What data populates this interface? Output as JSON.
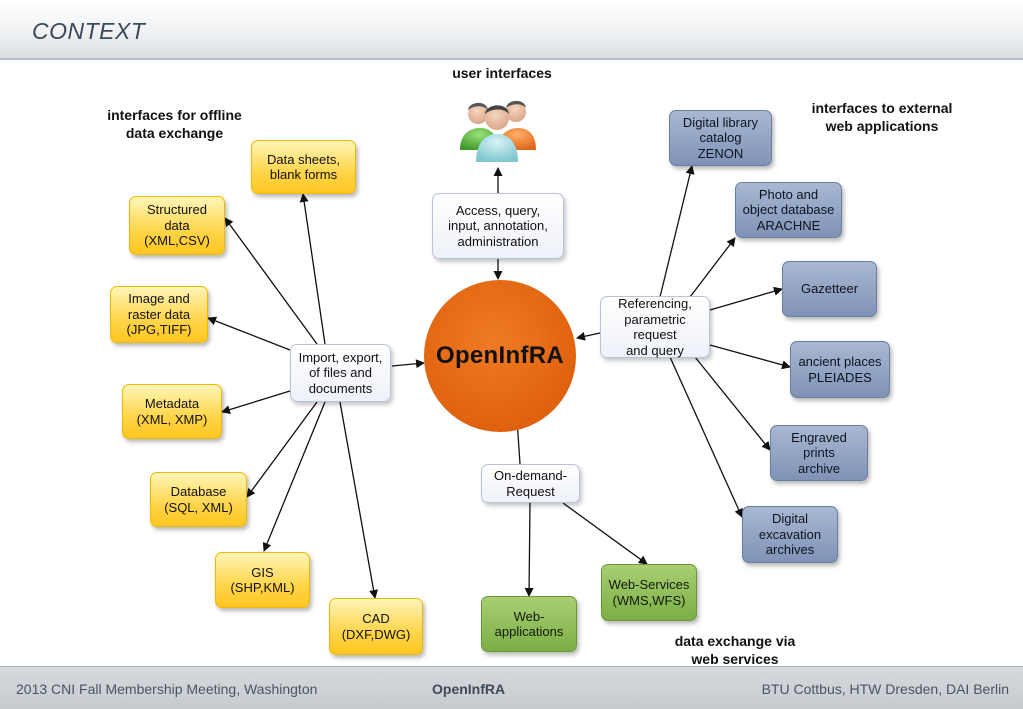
{
  "header": {
    "title": "CONTEXT"
  },
  "labels": {
    "user_interfaces": "user interfaces",
    "offline": "interfaces for offline\ndata exchange",
    "external": "interfaces to external\nweb applications",
    "webservices": "data exchange via\nweb services"
  },
  "center": {
    "label": "OpenInfRA"
  },
  "hubs": {
    "access": "Access, query,\ninput,  annotation,\nadministration",
    "import": "Import, export,\nof files and\ndocuments",
    "referencing": "Referencing,\nparametric\nrequest\nand query",
    "ondemand": "On-demand-\nRequest"
  },
  "yellow": {
    "datasheets": "Data sheets,\nblank forms",
    "structured": "Structured\ndata\n(XML,CSV)",
    "image": "Image and\nraster data\n(JPG,TIFF)",
    "metadata": "Metadata\n(XML, XMP)",
    "database": "Database\n(SQL, XML)",
    "gis": "GIS\n(SHP,KML)",
    "cad": "CAD\n(DXF,DWG)"
  },
  "blue": {
    "zenon": "Digital library\ncatalog\nZENON",
    "arachne": "Photo and\nobject database\nARACHNE",
    "gazetteer": "Gazetteer",
    "pleiades": "ancient places\nPLEIADES",
    "engraved": "Engraved\nprints\narchive",
    "excavation": "Digital\nexcavation\narchives"
  },
  "green": {
    "webapps": "Web-\napplications",
    "webservices": "Web-Services\n(WMS,WFS)"
  },
  "footer": {
    "left": "2013 CNI Fall Membership Meeting, Washington",
    "center": "OpenInfRA",
    "right": "BTU Cottbus, HTW Dresden, DAI Berlin"
  },
  "icons": {
    "users": "users-group-icon"
  },
  "colors": {
    "center": "#e0620e",
    "yellow": "#ffd54a",
    "blue": "#7f93b6",
    "green": "#7cae45"
  }
}
